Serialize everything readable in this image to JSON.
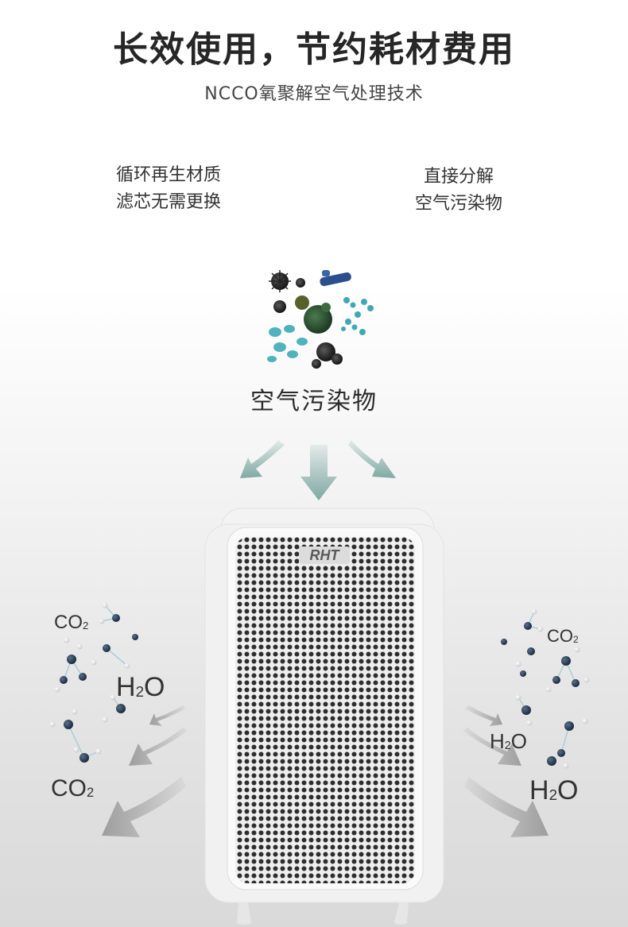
{
  "header": {
    "title": "长效使用，节约耗材费用",
    "subtitle": "NCCO氧聚解空气处理技术"
  },
  "features": {
    "left": {
      "line1": "循环再生材质",
      "line2": "滤芯无需更换"
    },
    "right": {
      "line1": "直接分解",
      "line2": "空气污染物"
    }
  },
  "pollutants": {
    "label": "空气污染物"
  },
  "product": {
    "brand": "RHT"
  },
  "molecules": {
    "left_top": {
      "base": "CO",
      "sub": "2"
    },
    "left_mid": {
      "base": "H",
      "sub": "2",
      "tail": "O"
    },
    "left_bottom": {
      "base": "CO",
      "sub": "2"
    },
    "right_top": {
      "base": "CO",
      "sub": "2"
    },
    "right_mid": {
      "base": "H",
      "sub": "2",
      "tail": "O"
    },
    "right_bottom": {
      "base": "H",
      "sub": "2",
      "tail": "O"
    }
  },
  "colors": {
    "arrow_teal": "#7fa9a2",
    "arrow_gray": "#9a9a9a",
    "molecule_dark": "#1f3347",
    "molecule_light": "#e8e8e8",
    "device_body": "#f1f1f1"
  }
}
